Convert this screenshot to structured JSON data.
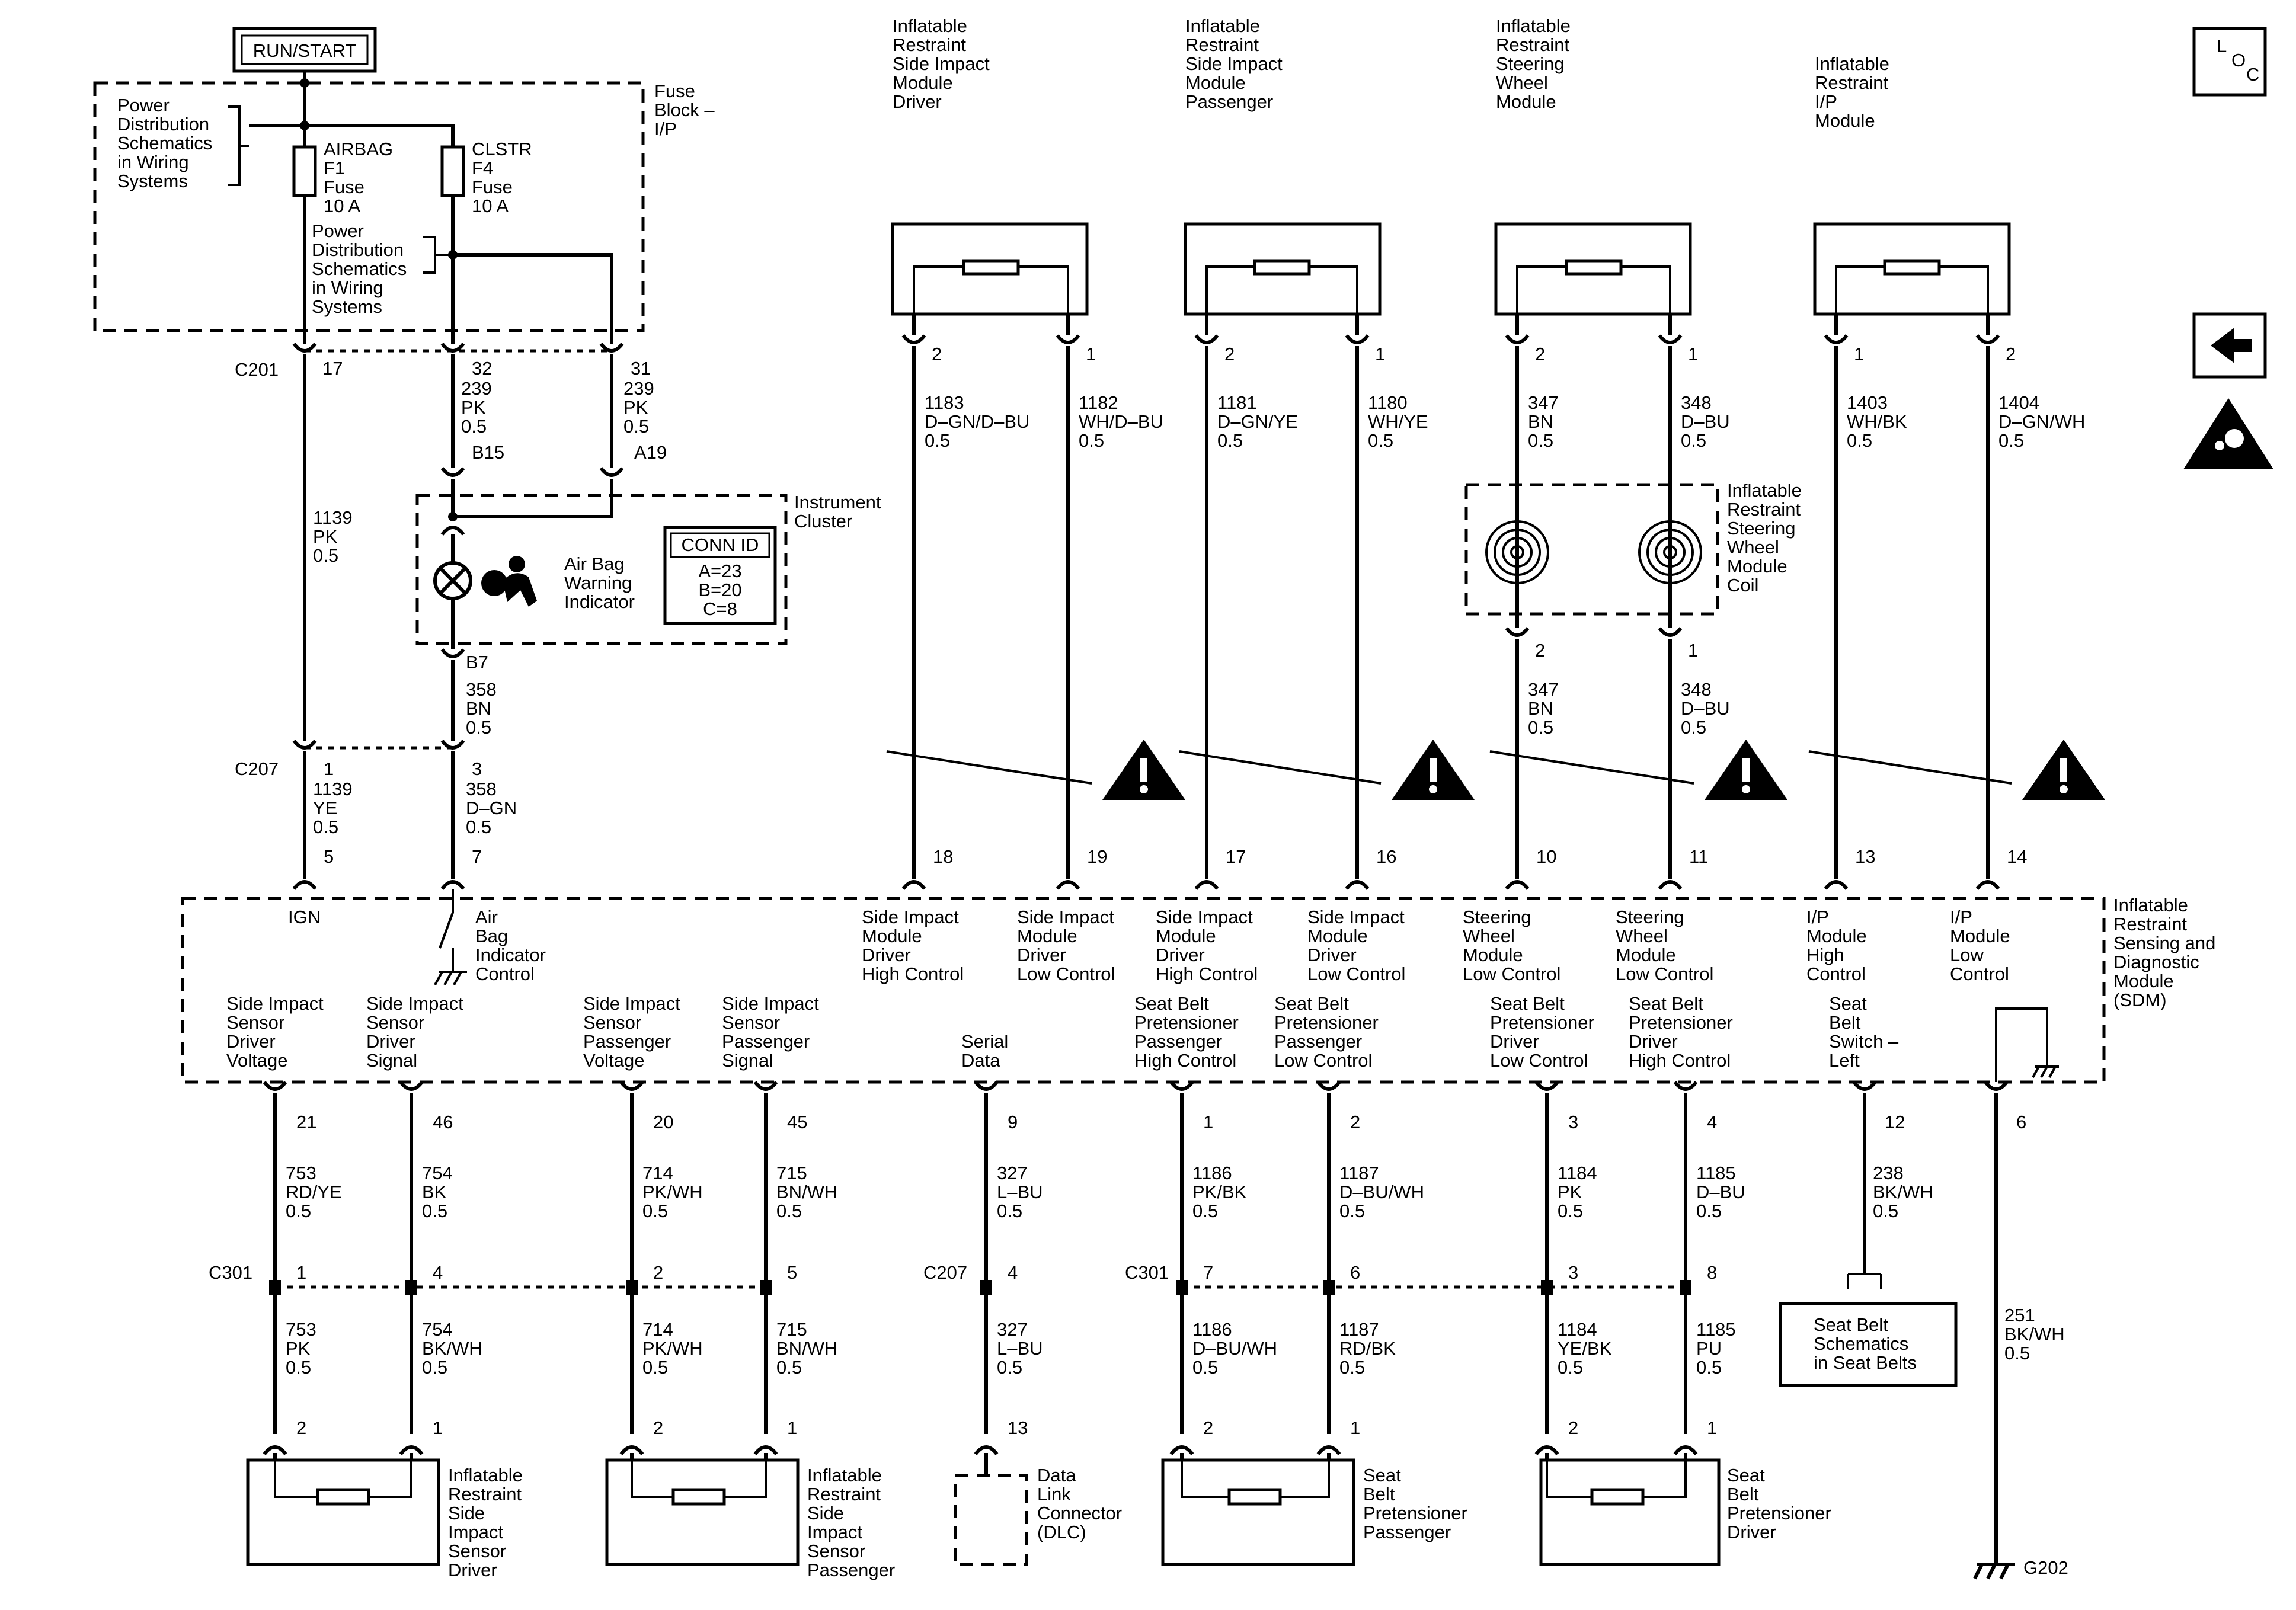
{
  "header": {
    "run_start": "RUN/START",
    "loc_l": "L",
    "loc_o": "O",
    "loc_c": "C"
  },
  "fuse_block": {
    "label": [
      "Fuse",
      "Block –",
      "I/P"
    ],
    "power_dist_1": [
      "Power",
      "Distribution",
      "Schematics",
      "in Wiring",
      "Systems"
    ],
    "power_dist_2": [
      "Power",
      "Distribution",
      "Schematics",
      "in Wiring",
      "Systems"
    ],
    "fuse_airbag": [
      "AIRBAG",
      "F1",
      "Fuse",
      "10 A"
    ],
    "fuse_clstr": [
      "CLSTR",
      "F4",
      "Fuse",
      "10 A"
    ]
  },
  "connectors": {
    "c201": "C201",
    "c207": "C207",
    "c207b": "C207",
    "c301a": "C301",
    "c301b": "C301",
    "g202": "G202"
  },
  "instrument_cluster": {
    "label": [
      "Instrument",
      "Cluster"
    ],
    "indicator": [
      "Air Bag",
      "Warning",
      "Indicator"
    ],
    "conn_id_title": "CONN ID",
    "conn_id": [
      "A=23",
      "B=20",
      "C=8"
    ]
  },
  "left_wires": {
    "w17": "17",
    "w32": "32",
    "w31": "31",
    "w32_info": [
      "239",
      "PK",
      "0.5"
    ],
    "w31_info": [
      "239",
      "PK",
      "0.5"
    ],
    "b15": "B15",
    "a19": "A19",
    "b7": "B7",
    "w1139pk": [
      "1139",
      "PK",
      "0.5"
    ],
    "w358bn": [
      "358",
      "BN",
      "0.5"
    ],
    "c207_pin1": "1",
    "c207_pin3": "3",
    "w1139ye": [
      "1139",
      "YE",
      "0.5"
    ],
    "w358dgn": [
      "358",
      "D–GN",
      "0.5"
    ],
    "sdm_pin5": "5",
    "sdm_pin7": "7"
  },
  "modules_top": [
    {
      "title": [
        "Inflatable",
        "Restraint",
        "Side Impact",
        "Module",
        "Driver"
      ],
      "pinL": "2",
      "pinR": "1",
      "wireL": [
        "1183",
        "D–GN/D–BU",
        "0.5"
      ],
      "wireR": [
        "1182",
        "WH/D–BU",
        "0.5"
      ],
      "sdmL": "18",
      "sdmR": "19"
    },
    {
      "title": [
        "Inflatable",
        "Restraint",
        "Side Impact",
        "Module",
        "Passenger"
      ],
      "pinL": "2",
      "pinR": "1",
      "wireL": [
        "1181",
        "D–GN/YE",
        "0.5"
      ],
      "wireR": [
        "1180",
        "WH/YE",
        "0.5"
      ],
      "sdmL": "17",
      "sdmR": "16"
    },
    {
      "title": [
        "Inflatable",
        "Restraint",
        "Steering",
        "Wheel",
        "Module"
      ],
      "pinL": "2",
      "pinR": "1",
      "wireL": [
        "347",
        "BN",
        "0.5"
      ],
      "wireR": [
        "348",
        "D–BU",
        "0.5"
      ],
      "sdmL": "10",
      "sdmR": "11"
    },
    {
      "title": [
        "Inflatable",
        "Restraint",
        "I/P",
        "Module"
      ],
      "pinL": "1",
      "pinR": "2",
      "wireL": [
        "1403",
        "WH/BK",
        "0.5"
      ],
      "wireR": [
        "1404",
        "D–GN/WH",
        "0.5"
      ],
      "sdmL": "13",
      "sdmR": "14"
    }
  ],
  "coil": {
    "label": [
      "Inflatable",
      "Restraint",
      "Steering",
      "Wheel",
      "Module",
      "Coil"
    ],
    "pinL": "2",
    "pinR": "1",
    "wireL": [
      "347",
      "BN",
      "0.5"
    ],
    "wireR": [
      "348",
      "D–BU",
      "0.5"
    ]
  },
  "sdm": {
    "label": [
      "Inflatable",
      "Restraint",
      "Sensing and",
      "Diagnostic",
      "Module",
      "(SDM)"
    ],
    "ign": "IGN",
    "airbag_indicator": [
      "Air",
      "Bag",
      "Indicator",
      "Control"
    ],
    "top_labels": [
      [
        "Side Impact",
        "Module",
        "Driver",
        "High Control"
      ],
      [
        "Side Impact",
        "Module",
        "Driver",
        "Low Control"
      ],
      [
        "Side Impact",
        "Module",
        "Driver",
        "High Control"
      ],
      [
        "Side Impact",
        "Module",
        "Driver",
        "Low Control"
      ],
      [
        "Steering",
        "Wheel",
        "Module",
        "Low Control"
      ],
      [
        "Steering",
        "Wheel",
        "Module",
        "Low Control"
      ],
      [
        "I/P",
        "Module",
        "High",
        "Control"
      ],
      [
        "I/P",
        "Module",
        "Low",
        "Control"
      ]
    ],
    "bottom_labels": [
      [
        "Side Impact",
        "Sensor",
        "Driver",
        "Voltage"
      ],
      [
        "Side Impact",
        "Sensor",
        "Driver",
        "Signal"
      ],
      [
        "Side Impact",
        "Sensor",
        "Passenger",
        "Voltage"
      ],
      [
        "Side Impact",
        "Sensor",
        "Passenger",
        "Signal"
      ],
      [
        "Serial",
        "Data"
      ],
      [
        "Seat Belt",
        "Pretensioner",
        "Passenger",
        "High Control"
      ],
      [
        "Seat Belt",
        "Pretensioner",
        "Passenger",
        "Low Control"
      ],
      [
        "Seat Belt",
        "Pretensioner",
        "Driver",
        "Low Control"
      ],
      [
        "Seat Belt",
        "Pretensioner",
        "Driver",
        "High Control"
      ],
      [
        "Seat",
        "Belt",
        "Switch –",
        "Left"
      ]
    ]
  },
  "bottom_circuits": [
    {
      "sdm_pin": "21",
      "upper": [
        "753",
        "RD/YE",
        "0.5"
      ],
      "conn_pin": "1",
      "lower": [
        "753",
        "PK",
        "0.5"
      ],
      "dev_pin": "2"
    },
    {
      "sdm_pin": "46",
      "upper": [
        "754",
        "BK",
        "0.5"
      ],
      "conn_pin": "4",
      "lower": [
        "754",
        "BK/WH",
        "0.5"
      ],
      "dev_pin": "1"
    },
    {
      "sdm_pin": "20",
      "upper": [
        "714",
        "PK/WH",
        "0.5"
      ],
      "conn_pin": "2",
      "lower": [
        "714",
        "PK/WH",
        "0.5"
      ],
      "dev_pin": "2"
    },
    {
      "sdm_pin": "45",
      "upper": [
        "715",
        "BN/WH",
        "0.5"
      ],
      "conn_pin": "5",
      "lower": [
        "715",
        "BN/WH",
        "0.5"
      ],
      "dev_pin": "1"
    },
    {
      "sdm_pin": "9",
      "upper": [
        "327",
        "L–BU",
        "0.5"
      ],
      "conn_pin": "4",
      "lower": [
        "327",
        "L–BU",
        "0.5"
      ],
      "dev_pin": "13"
    },
    {
      "sdm_pin": "1",
      "upper": [
        "1186",
        "PK/BK",
        "0.5"
      ],
      "conn_pin": "7",
      "lower": [
        "1186",
        "D–BU/WH",
        "0.5"
      ],
      "dev_pin": "2"
    },
    {
      "sdm_pin": "2",
      "upper": [
        "1187",
        "D–BU/WH",
        "0.5"
      ],
      "conn_pin": "6",
      "lower": [
        "1187",
        "RD/BK",
        "0.5"
      ],
      "dev_pin": "1"
    },
    {
      "sdm_pin": "3",
      "upper": [
        "1184",
        "PK",
        "0.5"
      ],
      "conn_pin": "3",
      "lower": [
        "1184",
        "YE/BK",
        "0.5"
      ],
      "dev_pin": "2"
    },
    {
      "sdm_pin": "4",
      "upper": [
        "1185",
        "D–BU",
        "0.5"
      ],
      "conn_pin": "8",
      "lower": [
        "1185",
        "PU",
        "0.5"
      ],
      "dev_pin": "1"
    }
  ],
  "seat_belt_switch": {
    "sdm_pin": "12",
    "wire": [
      "238",
      "BK/WH",
      "0.5"
    ],
    "box": [
      "Seat Belt",
      "Schematics",
      "in Seat Belts"
    ]
  },
  "ground": {
    "sdm_pin": "6",
    "wire": [
      "251",
      "BK/WH",
      "0.5"
    ]
  },
  "bottom_devices": {
    "sensor_driver": [
      "Inflatable",
      "Restraint",
      "Side",
      "Impact",
      "Sensor",
      "Driver"
    ],
    "sensor_passenger": [
      "Inflatable",
      "Restraint",
      "Side",
      "Impact",
      "Sensor",
      "Passenger"
    ],
    "dlc": [
      "Data",
      "Link",
      "Connector",
      "(DLC)"
    ],
    "pret_passenger": [
      "Seat",
      "Belt",
      "Pretensioner",
      "Passenger"
    ],
    "pret_driver": [
      "Seat",
      "Belt",
      "Pretensioner",
      "Driver"
    ]
  }
}
